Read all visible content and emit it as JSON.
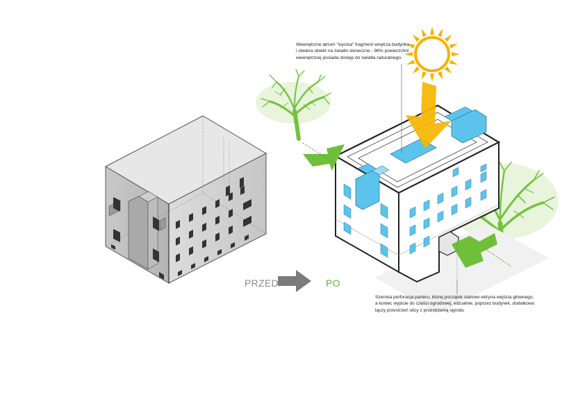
{
  "annotations": {
    "top": [
      "Wewnętrzne atrium \"wycina\" fragment wnętrza budynku",
      "i otwiera obiekt na światło słoneczne - 96% powierzchni",
      "wewnętrznej posiada dostęp do światła naturalnego."
    ],
    "bottom": [
      "Szeroka perforacja parteru, której początek stanowi witryna wejścia głównego,",
      "a koniec wyjście do części ogrodowej, wizualnie, poprzez budynek, dodatkowo",
      "łączy przestrzeń ulicy z przestrzenią ogrodu"
    ]
  },
  "labels": {
    "before": "PRZED",
    "after": "PO"
  },
  "colors": {
    "green": "#6fbf3a",
    "green_dark": "#4f9a24",
    "atrium_blue": "#5cc3ec",
    "sun": "#f7b100",
    "sun_beam": "#f5b500",
    "gray_arrow": "#7b7b7b"
  }
}
